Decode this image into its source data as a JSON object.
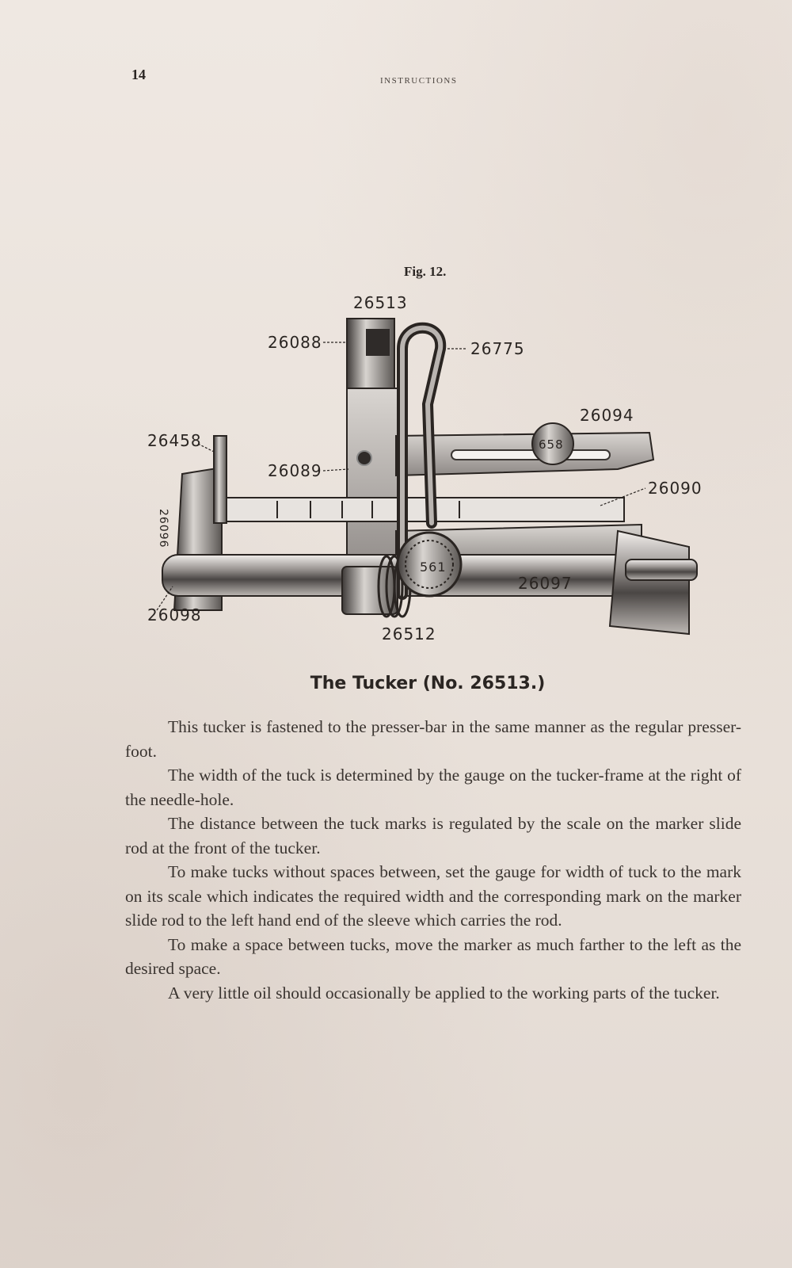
{
  "header": {
    "page_number": "14",
    "running_head": "INSTRUCTIONS"
  },
  "figure": {
    "label": "Fig. 12.",
    "parts": {
      "p26513": "26513",
      "p26088": "26088",
      "p26775": "26775",
      "p26094": "26094",
      "p658": "658",
      "p26458": "26458",
      "p26089": "26089",
      "p26090": "26090",
      "p26096": "26096",
      "p561": "561",
      "p26097": "26097",
      "p26098": "26098",
      "p26512": "26512"
    },
    "caption": "The Tucker (No. 26513.)"
  },
  "body": {
    "paragraphs": [
      "This tucker is fastened to the presser-bar in the same manner as the regular presser-foot.",
      "The width of the tuck is determined by the gauge on the tucker-frame at the right of the needle-hole.",
      "The distance between the tuck marks is regulated by the scale on the marker slide rod at the front of the tucker.",
      "To make tucks without spaces between, set the gauge for width of tuck to the mark on its scale which indicates the required width and the corresponding mark on the marker slide rod to the left hand end of the sleeve which carries the rod.",
      "To make a space between tucks, move the marker as much farther to the left as the desired space.",
      "A very little oil should occasionally be applied to the working parts of the tucker."
    ]
  }
}
